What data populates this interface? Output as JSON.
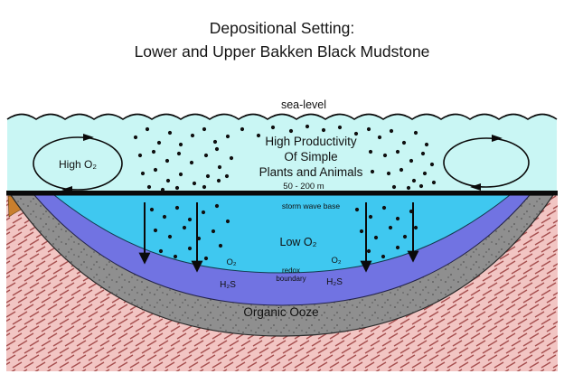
{
  "title": {
    "line1": "Depositional Setting:",
    "line2": "Lower and Upper Bakken Black Mudstone"
  },
  "labels": {
    "sea_level": "sea-level",
    "high_o2": "High O₂",
    "productivity_line1": "High Productivity",
    "productivity_line2": "Of Simple",
    "productivity_line3": "Plants and Animals",
    "depth_range": "50 - 200 m",
    "storm_wave_base": "storm wave base",
    "low_o2": "Low O₂",
    "o2_left": "O₂",
    "o2_right": "O₂",
    "redox_line1": "redox",
    "redox_line2": "boundary",
    "h2s_left": "H₂S",
    "h2s_right": "H₂S",
    "organic_ooze": "Organic Ooze"
  },
  "colors": {
    "surface_water": "#c9f6f4",
    "low_oxygen_water": "#3fc8f0",
    "anoxic_layer": "#7173e2",
    "organic_ooze_gray": "#8f8f8f",
    "rock_fill": "#f2c5c3",
    "rock_hatch": "#a64f4f",
    "shoreline_sediment": "#c97f2d",
    "line_black": "#0a0a0a"
  }
}
